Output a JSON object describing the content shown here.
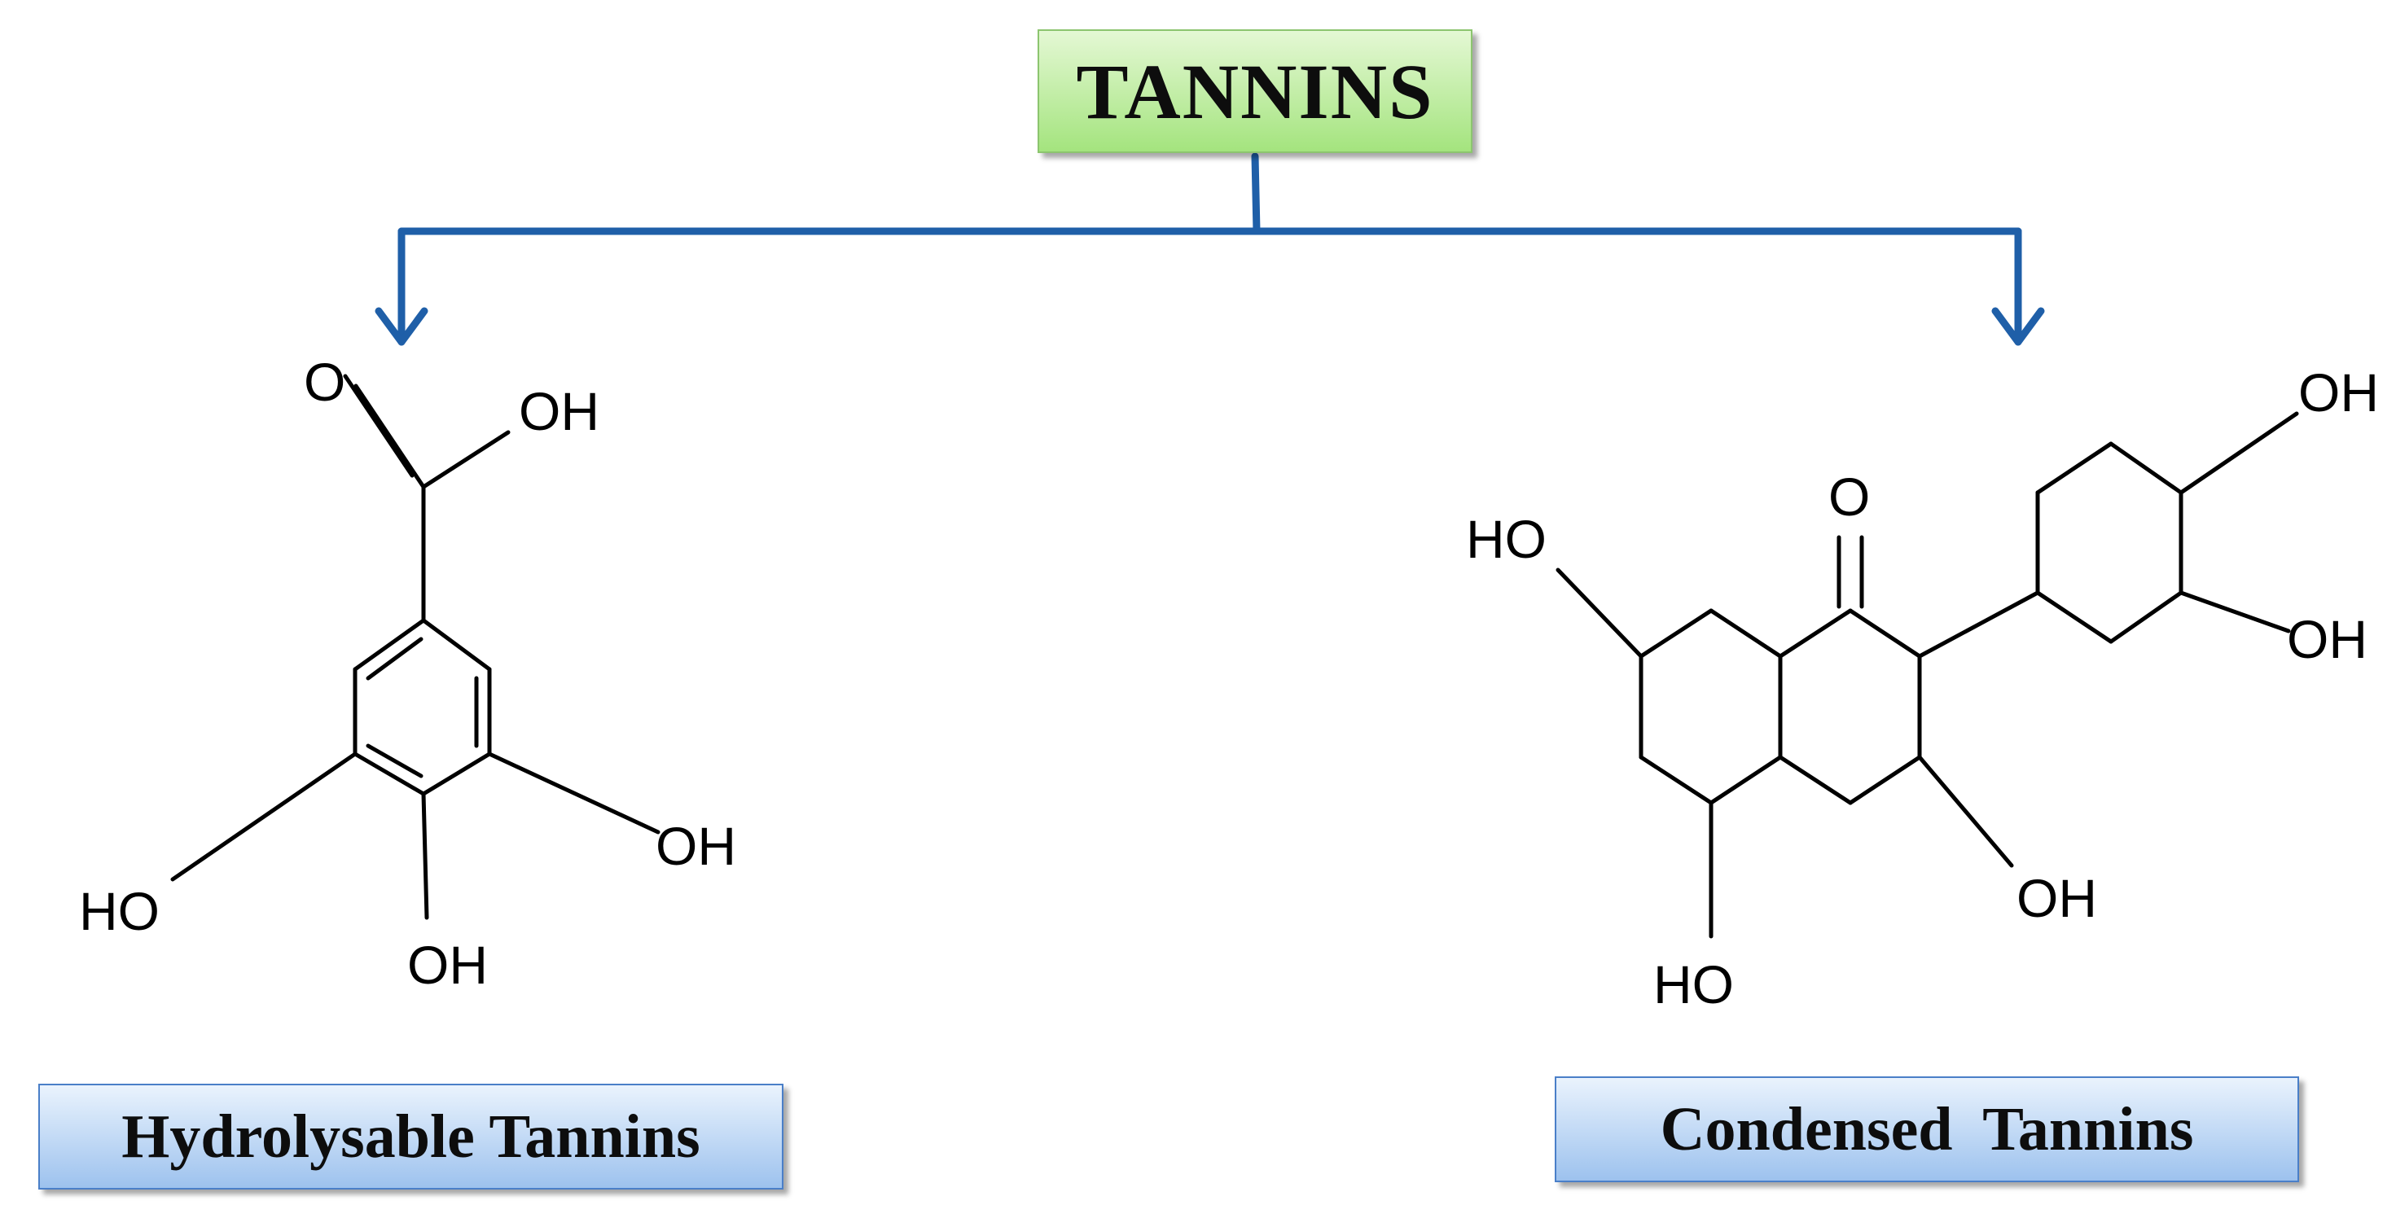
{
  "title": "TANNINS",
  "branches": [
    {
      "label": "Hydrolysable Tannins"
    },
    {
      "label": "Condensed  Tannins"
    }
  ],
  "hydrolysable_atoms": {
    "carbonyl_o": "O",
    "acid_oh": "OH",
    "right_oh": "OH",
    "left_ho": "HO",
    "bottom_oh": "OH"
  },
  "condensed_atoms": {
    "ketone_o": "O",
    "top_oh": "OH",
    "right_oh": "OH",
    "left_ho": "HO",
    "mid_oh": "OH",
    "bottom_ho": "HO"
  },
  "colors": {
    "connector": "#1f5fa8",
    "root_fill": "#a4e47e",
    "branch_fill": "#9dc2ee",
    "bond": "#000000"
  }
}
